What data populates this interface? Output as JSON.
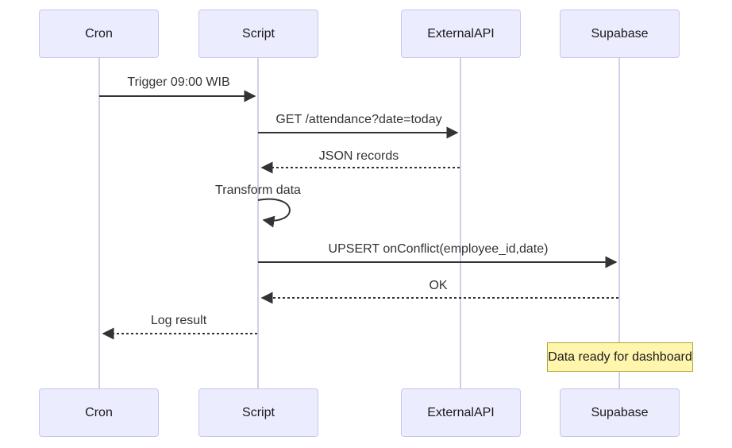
{
  "diagram": {
    "type": "sequence-diagram",
    "actors": [
      {
        "name": "Cron"
      },
      {
        "name": "Script"
      },
      {
        "name": "ExternalAPI"
      },
      {
        "name": "Supabase"
      }
    ],
    "messages": [
      {
        "from": "Cron",
        "to": "Script",
        "label": "Trigger 09:00 WIB",
        "style": "solid"
      },
      {
        "from": "Script",
        "to": "ExternalAPI",
        "label": "GET /attendance?date=today",
        "style": "solid"
      },
      {
        "from": "ExternalAPI",
        "to": "Script",
        "label": "JSON records",
        "style": "dashed"
      },
      {
        "from": "Script",
        "to": "Script",
        "label": "Transform data",
        "style": "self-loop"
      },
      {
        "from": "Script",
        "to": "Supabase",
        "label": "UPSERT onConflict(employee_id,date)",
        "style": "solid"
      },
      {
        "from": "Supabase",
        "to": "Script",
        "label": "OK",
        "style": "dashed"
      },
      {
        "from": "Script",
        "to": "Cron",
        "label": "Log result",
        "style": "dashed"
      }
    ],
    "note": {
      "over": "Supabase",
      "text": "Data ready for dashboard"
    },
    "colors": {
      "actor_fill": "#ECECFF",
      "actor_border": "#c9c5f0",
      "lifeline": "#d2cfe6",
      "arrow": "#333333",
      "text": "#333333",
      "note_fill": "#fff5ad",
      "note_border": "#aaaa33"
    }
  }
}
